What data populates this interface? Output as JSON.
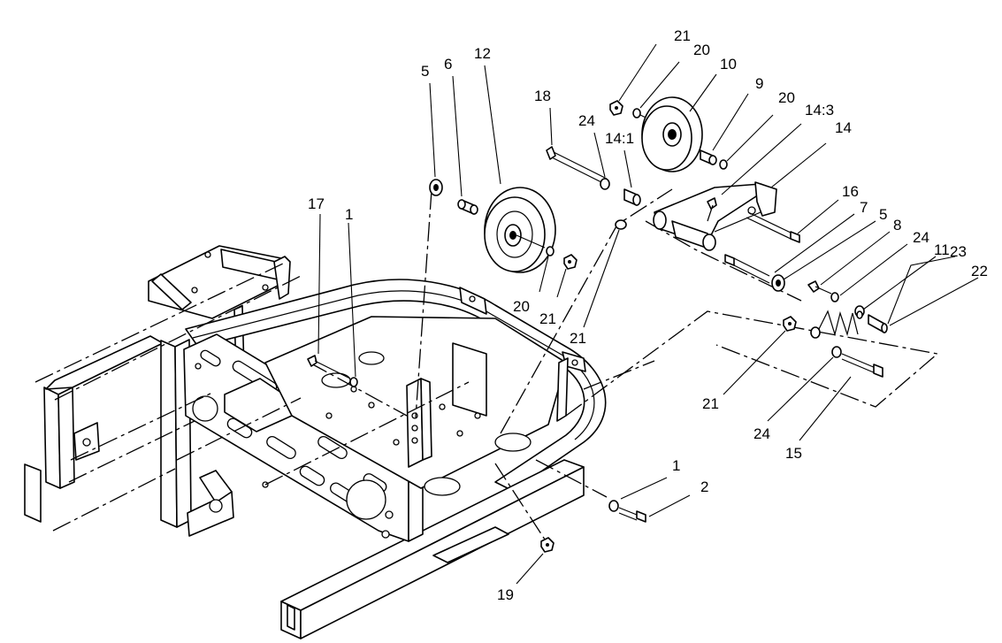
{
  "diagram": {
    "callouts": [
      {
        "id": "c21a",
        "text": "21"
      },
      {
        "id": "c20a",
        "text": "20"
      },
      {
        "id": "c10",
        "text": "10"
      },
      {
        "id": "c9",
        "text": "9"
      },
      {
        "id": "c20b",
        "text": "20"
      },
      {
        "id": "c14_3",
        "text": "14:3"
      },
      {
        "id": "c14",
        "text": "14"
      },
      {
        "id": "c18",
        "text": "18"
      },
      {
        "id": "c24a",
        "text": "24"
      },
      {
        "id": "c14_1",
        "text": "14:1"
      },
      {
        "id": "c5a",
        "text": "5"
      },
      {
        "id": "c6",
        "text": "6"
      },
      {
        "id": "c12",
        "text": "12"
      },
      {
        "id": "c17",
        "text": "17"
      },
      {
        "id": "c1a",
        "text": "1"
      },
      {
        "id": "c16",
        "text": "16"
      },
      {
        "id": "c7",
        "text": "7"
      },
      {
        "id": "c5b",
        "text": "5"
      },
      {
        "id": "c8",
        "text": "8"
      },
      {
        "id": "c24b",
        "text": "24"
      },
      {
        "id": "c11",
        "text": "11"
      },
      {
        "id": "c23",
        "text": "23"
      },
      {
        "id": "c22",
        "text": "22"
      },
      {
        "id": "c20c",
        "text": "20"
      },
      {
        "id": "c21b",
        "text": "21"
      },
      {
        "id": "c21c",
        "text": "21"
      },
      {
        "id": "c21d",
        "text": "21"
      },
      {
        "id": "c24c",
        "text": "24"
      },
      {
        "id": "c15",
        "text": "15"
      },
      {
        "id": "c1b",
        "text": "1"
      },
      {
        "id": "c2",
        "text": "2"
      },
      {
        "id": "c19",
        "text": "19"
      }
    ]
  }
}
